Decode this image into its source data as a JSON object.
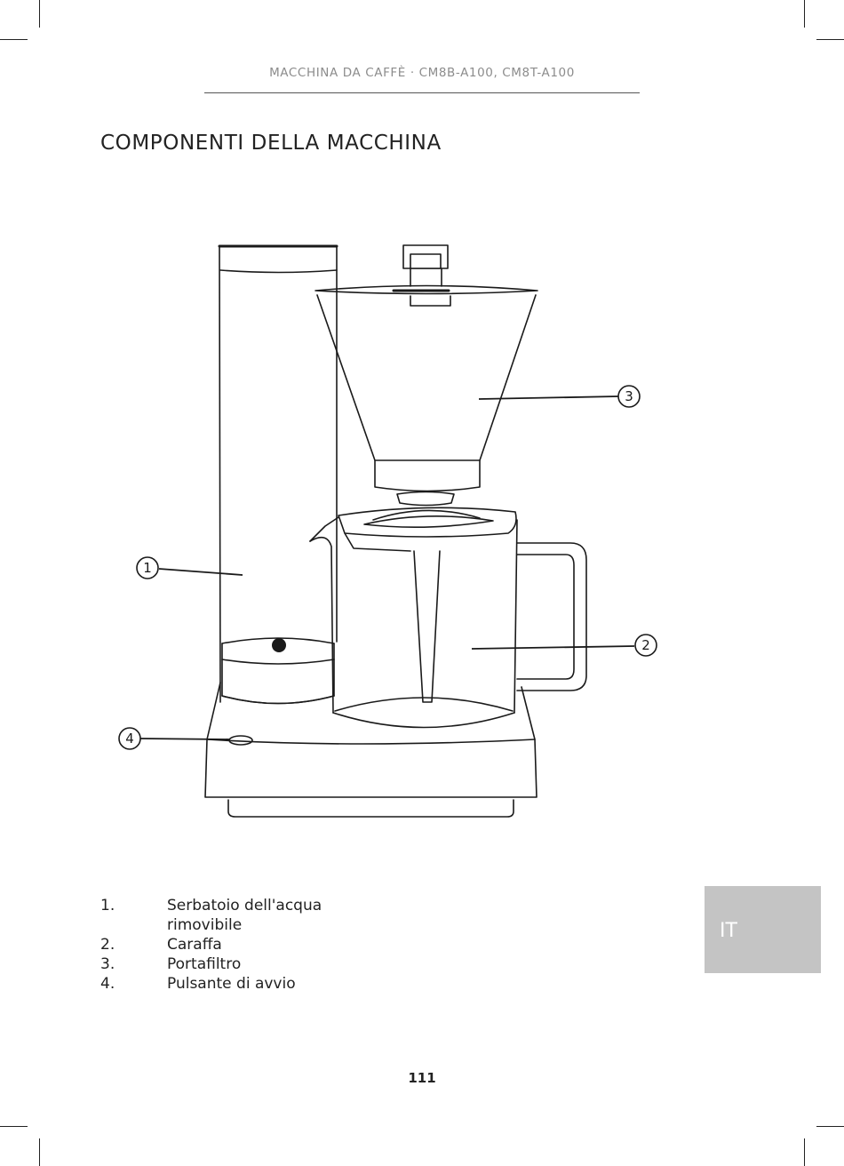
{
  "header": {
    "running_title": "MACCHINA DA CAFFÈ · CM8B-A100, CM8T-A100"
  },
  "section": {
    "title": "COMPONENTI DELLA MACCHINA"
  },
  "diagram": {
    "callouts": [
      {
        "number": "1"
      },
      {
        "number": "2"
      },
      {
        "number": "3"
      },
      {
        "number": "4"
      }
    ]
  },
  "legend": {
    "items": [
      {
        "number": "1.",
        "label": "Serbatoio dell'acqua rimovibile"
      },
      {
        "number": "2.",
        "label": "Caraffa"
      },
      {
        "number": "3.",
        "label": "Portafiltro"
      },
      {
        "number": "4.",
        "label": "Pulsante di avvio"
      }
    ]
  },
  "language_tab": {
    "label": "IT"
  },
  "footer": {
    "page_number": "111"
  }
}
